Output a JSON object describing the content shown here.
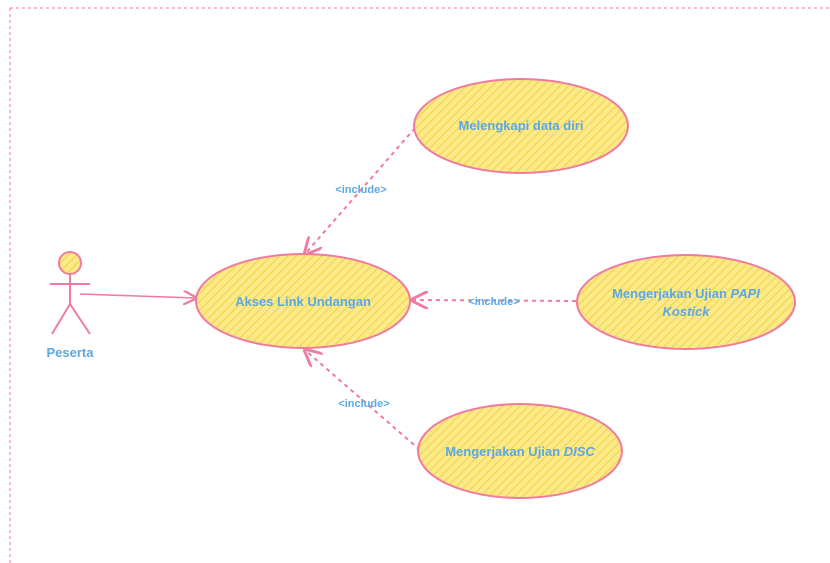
{
  "diagram": {
    "actor": {
      "label": "Peserta"
    },
    "use_cases": {
      "main": {
        "label": "Akses Link Undangan"
      },
      "profile": {
        "label": "Melengkapi data diri"
      },
      "papi": {
        "line1_prefix": "Mengerjakan Ujian ",
        "line1_italic": "PAPI",
        "line2_italic": "Kostick"
      },
      "disc": {
        "prefix": "Mengerjakan Ujian ",
        "italic": "DISC"
      }
    },
    "relations": {
      "include_profile": "<include>",
      "include_papi": "<include>",
      "include_disc": "<include>"
    }
  },
  "colors": {
    "stroke": "#f07aa0",
    "fill": "#fbe98a",
    "hatch": "#f4d94e",
    "text": "#5aa8e6",
    "frame": "#f07aa0"
  }
}
